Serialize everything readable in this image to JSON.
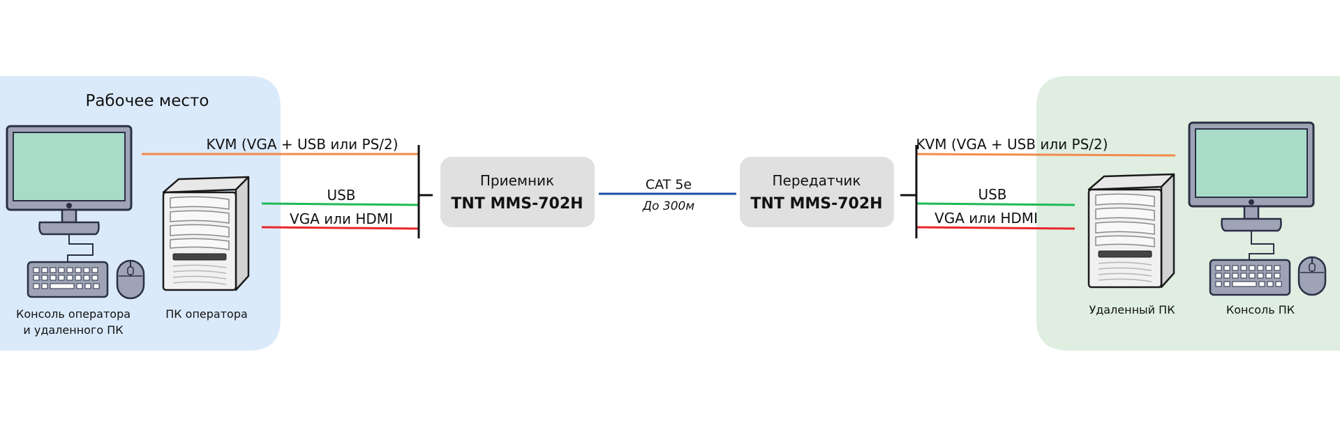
{
  "workplace": {
    "title": "Рабочее место",
    "console_label_line1": "Консоль оператора",
    "console_label_line2": "и удаленного ПК",
    "pc_label": "ПК оператора"
  },
  "left_links": {
    "kvm": "KVM (VGA + USB или PS/2)",
    "usb": "USB",
    "video": "VGA или HDMI"
  },
  "receiver": {
    "role": "Приемник",
    "model": "TNT MMS-702H"
  },
  "cable": {
    "type": "CAT 5e",
    "distance": "До 300м"
  },
  "transmitter": {
    "role": "Передатчик",
    "model": "TNT MMS-702H"
  },
  "right_links": {
    "kvm": "KVM (VGA + USB или PS/2)",
    "usb": "USB",
    "video": "VGA или HDMI"
  },
  "remote": {
    "pc_label": "Удаленный ПК",
    "console_label": "Консоль ПК"
  },
  "colors": {
    "workplace_bg": "#dbeafb",
    "remote_bg": "#dfeee0",
    "kvm_line": "#f28a4a",
    "usb_line": "#1db954",
    "video_line": "#e8262b",
    "cat_line": "#1a4ea8",
    "device_box": "#e0e0e0",
    "screen": "#a8dcc8",
    "device_gray": "#9ea3b6"
  }
}
